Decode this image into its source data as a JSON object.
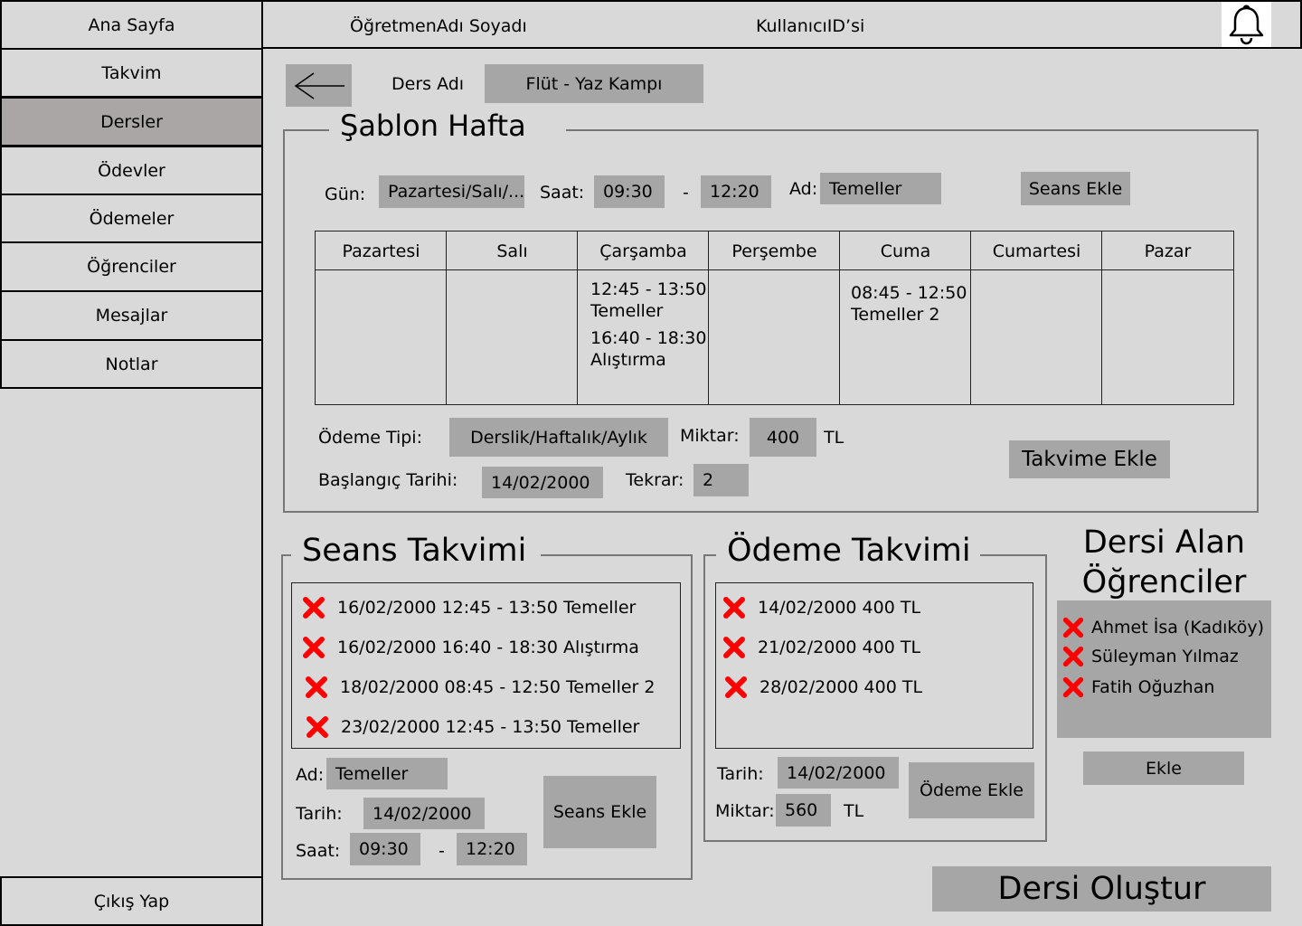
{
  "sidebar": {
    "items": [
      {
        "label": "Ana Sayfa"
      },
      {
        "label": "Takvim"
      },
      {
        "label": "Dersler"
      },
      {
        "label": "Ödevler"
      },
      {
        "label": "Ödemeler"
      },
      {
        "label": "Öğrenciler"
      },
      {
        "label": "Mesajlar"
      },
      {
        "label": "Notlar"
      }
    ],
    "active": "Dersler",
    "logout_label": "Çıkış Yap"
  },
  "header": {
    "teacher_name": "ÖğretmenAdı Soyadı",
    "user_id": "KullanıcıID’si",
    "notification_icon": "bell-icon"
  },
  "course": {
    "back_icon": "arrow-left-icon",
    "name_label": "Ders Adı",
    "name_value": "Flüt - Yaz Kampı"
  },
  "template_week": {
    "title": "Şablon Hafta",
    "day_label": "Gün:",
    "day_value": "Pazartesi/Salı/...",
    "time_label": "Saat:",
    "time_start": "09:30",
    "time_sep": "-",
    "time_end": "12:20",
    "name_label": "Ad:",
    "name_value": "Temeller",
    "add_session_label": "Seans Ekle",
    "days": [
      {
        "name": "Pazartesi",
        "slots": []
      },
      {
        "name": "Salı",
        "slots": []
      },
      {
        "name": "Çarşamba",
        "slots": [
          {
            "time": "12:45 - 13:50",
            "title": "Temeller"
          },
          {
            "time": "16:40 - 18:30",
            "title": "Alıştırma"
          }
        ]
      },
      {
        "name": "Perşembe",
        "slots": []
      },
      {
        "name": "Cuma",
        "slots": [
          {
            "time": "08:45 - 12:50",
            "title": "Temeller 2"
          }
        ]
      },
      {
        "name": "Cumartesi",
        "slots": []
      },
      {
        "name": "Pazar",
        "slots": []
      }
    ],
    "payment_type_label": "Ödeme Tipi:",
    "payment_type_value": "Derslik/Haftalık/Aylık",
    "amount_label": "Miktar:",
    "amount_value": "400",
    "currency": "TL",
    "start_date_label": "Başlangıç Tarihi:",
    "start_date_value": "14/02/2000",
    "repeat_label": "Tekrar:",
    "repeat_value": "2",
    "add_to_calendar_label": "Takvime Ekle"
  },
  "session_schedule": {
    "title": "Seans Takvimi",
    "items": [
      {
        "text": "16/02/2000 12:45 - 13:50 Temeller"
      },
      {
        "text": "16/02/2000 16:40 - 18:30 Alıştırma"
      },
      {
        "text": "18/02/2000 08:45 - 12:50 Temeller 2"
      },
      {
        "text": "23/02/2000 12:45 - 13:50 Temeller"
      }
    ],
    "name_label": "Ad:",
    "name_value": "Temeller",
    "date_label": "Tarih:",
    "date_value": "14/02/2000",
    "time_label": "Saat:",
    "time_start": "09:30",
    "time_sep": "-",
    "time_end": "12:20",
    "add_label": "Seans Ekle"
  },
  "payment_schedule": {
    "title": "Ödeme Takvimi",
    "items": [
      {
        "text": "14/02/2000 400 TL"
      },
      {
        "text": "21/02/2000 400 TL"
      },
      {
        "text": "28/02/2000 400 TL"
      }
    ],
    "date_label": "Tarih:",
    "date_value": "14/02/2000",
    "amount_label": "Miktar:",
    "amount_value": "560",
    "currency": "TL",
    "add_label": "Ödeme Ekle"
  },
  "students": {
    "title_line1": "Dersi Alan",
    "title_line2": "Öğrenciler",
    "items": [
      {
        "name": "Ahmet İsa (Kadıköy)"
      },
      {
        "name": "Süleyman Yılmaz"
      },
      {
        "name": "Fatih Oğuzhan"
      }
    ],
    "add_label": "Ekle"
  },
  "create_label": "Dersi Oluştur",
  "colors": {
    "background": "#d9d9d9",
    "field": "#a6a6a6",
    "active_nav": "#aaa6a6",
    "remove": "#ff0000"
  }
}
